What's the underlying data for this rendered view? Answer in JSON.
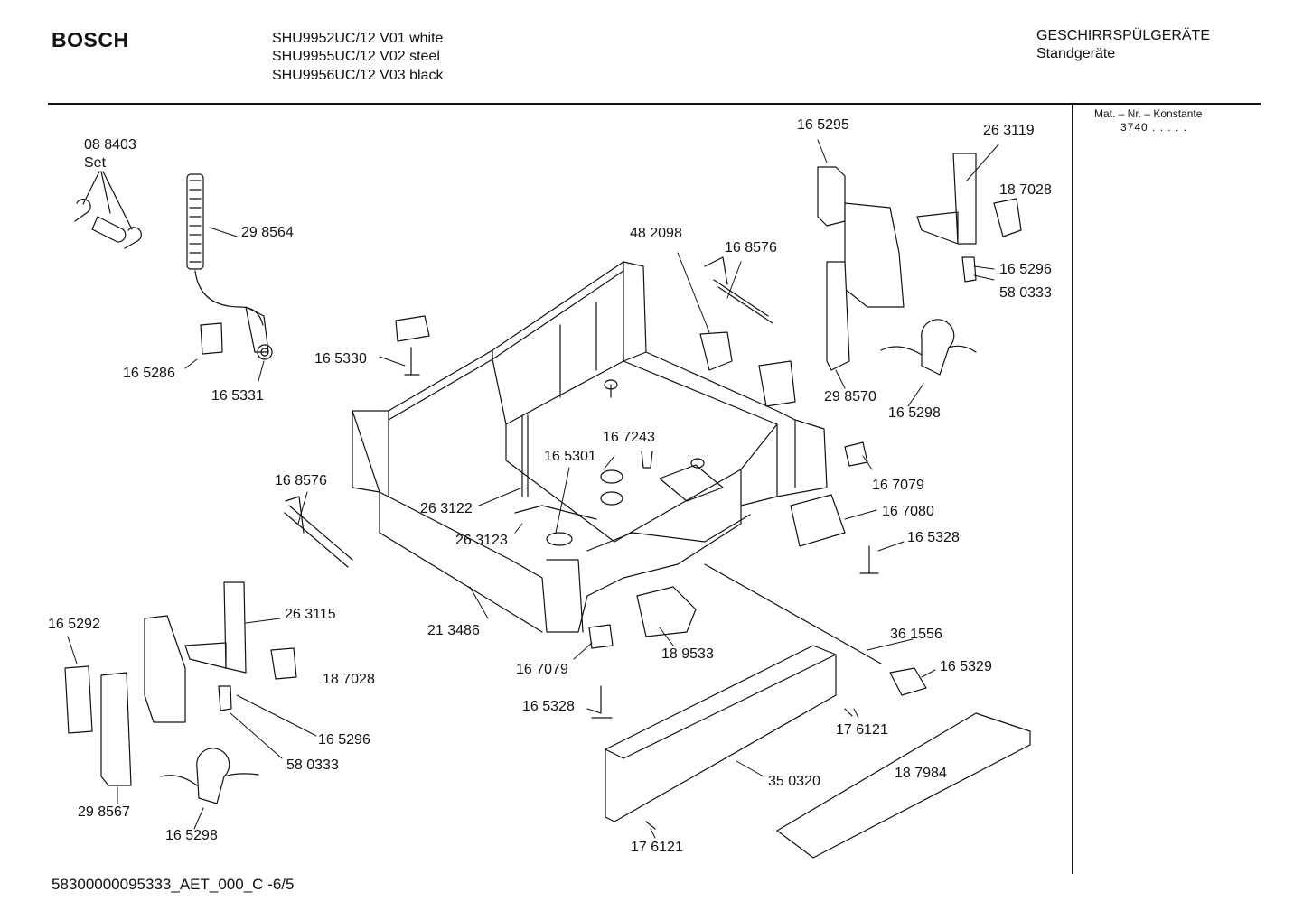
{
  "header": {
    "brand": "BOSCH",
    "models": [
      "SHU9952UC/12 V01 white",
      "SHU9955UC/12 V02 steel",
      "SHU9956UC/12 V03 black"
    ],
    "category": "GESCHIRRSPÜLGERÄTE",
    "subcategory": "Standgeräte"
  },
  "sidebar": {
    "mat_label": "Mat. – Nr. – Konstante",
    "mat_value": "3740 . . . . ."
  },
  "footer": {
    "doc_id": "58300000095333_AET_000_C  -6/5"
  },
  "parts": [
    "08 8403",
    "Set",
    "29 8564",
    "16 5286",
    "16 5331",
    "16 5330",
    "48 2098",
    "16 8576",
    "16 5295",
    "26 3119",
    "18 7028",
    "16 5296",
    "58 0333",
    "29 8570",
    "16 5298",
    "16 7243",
    "16 5301",
    "26 3122",
    "26 3123",
    "16 8576",
    "16 7079",
    "16 7080",
    "16 5328",
    "36 1556",
    "16 5329",
    "16 5292",
    "26 3115",
    "18 7028",
    "21 3486",
    "16 7079",
    "18 9533",
    "16 5296",
    "58 0333",
    "16 5328",
    "17 6121",
    "35 0320",
    "18 7984",
    "29 8567",
    "16 5298",
    "17 6121"
  ]
}
